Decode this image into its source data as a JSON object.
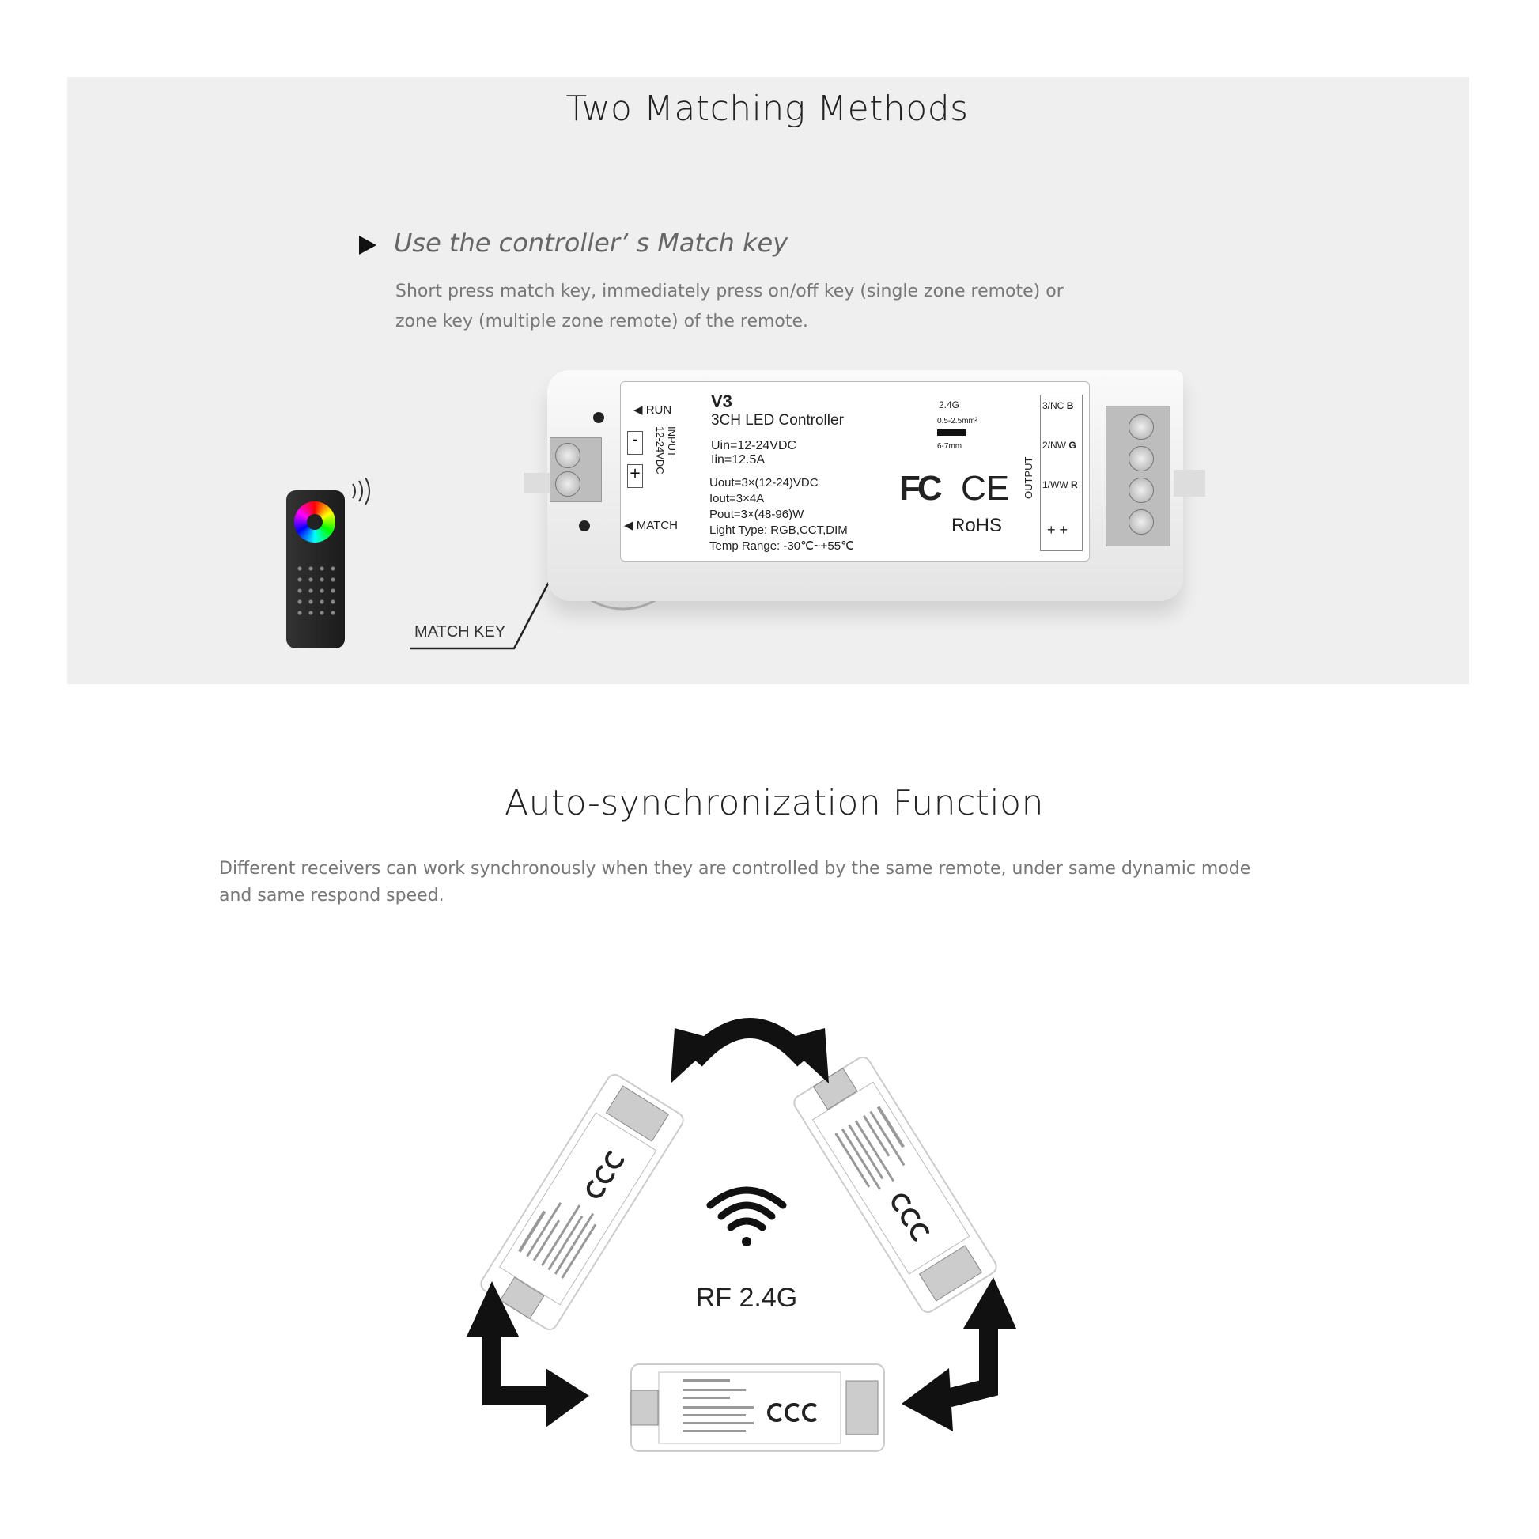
{
  "section1": {
    "title": "Two Matching Methods",
    "method_heading": "Use the controller’ s Match key",
    "method_text_line1": "Short press match key, immediately press on/off key (single zone remote) or",
    "method_text_line2": "zone key (multiple zone remote) of the remote.",
    "callout_label": "MATCH KEY",
    "controller_label": {
      "model": "V3",
      "name": "3CH LED Controller",
      "uin": "Uin=12-24VDC",
      "iin": "Iin=12.5A",
      "uout": "Uout=3×(12-24)VDC",
      "iout": "Iout=3×4A",
      "pout": "Pout=3×(48-96)W",
      "light_type": "Light Type: RGB,CCT,DIM",
      "temp_range": "Temp Range: -30℃~+55℃",
      "run": "RUN",
      "match": "MATCH",
      "input": "INPUT",
      "input_voltage": "12-24VDC",
      "minus": "-",
      "plus": "+",
      "rf": "2.4G",
      "wire_size": "0.5-2.5mm²",
      "strip_length": "6-7mm",
      "fcc": "FC",
      "ce": "CE",
      "rohs": "RoHS",
      "output": "OUTPUT",
      "out_channels": [
        "3/NC",
        "2/NW",
        "1/WW"
      ],
      "out_colors": [
        "B",
        "G",
        "R"
      ]
    }
  },
  "section2": {
    "title": "Auto-synchronization Function",
    "text_line1": "Different receivers can work synchronously when they are controlled by the same remote, under same dynamic mode",
    "text_line2": "and same respond speed.",
    "center_label": "RF 2.4G",
    "icons": [
      "wifi-icon",
      "double-arrow-icon"
    ]
  }
}
